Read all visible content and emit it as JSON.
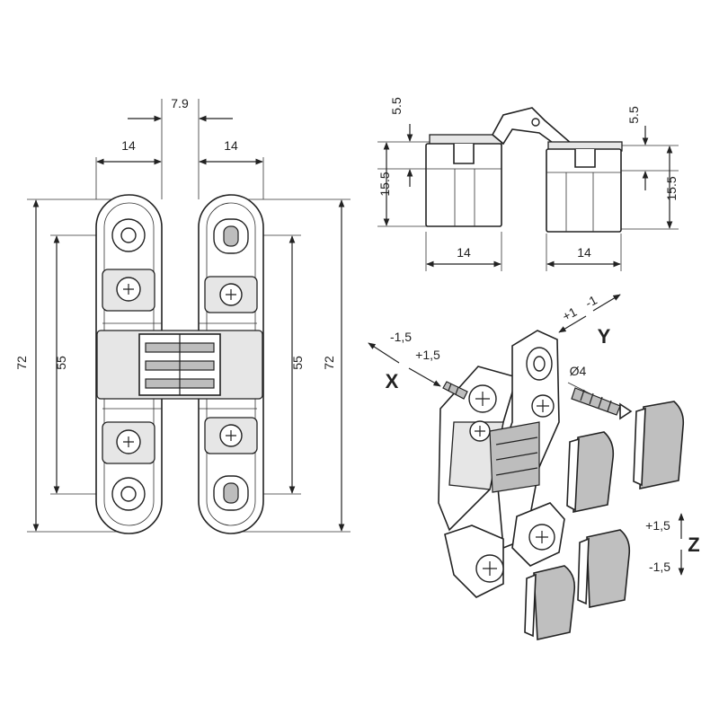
{
  "front_view": {
    "gap_width": "7.9",
    "leaf_width_left": "14",
    "leaf_width_right": "14",
    "height_left": "72",
    "height_right": "72",
    "hole_spacing_left": "55",
    "hole_spacing_right": "55"
  },
  "side_view": {
    "top_offset_left": "5.5",
    "top_offset_right": "5.5",
    "depth_left": "15.5",
    "depth_right": "15.5",
    "width_left": "14",
    "width_right": "14"
  },
  "adjustment_view": {
    "x_label": "X",
    "x_minus": "-1,5",
    "x_plus": "+1,5",
    "y_label": "Y",
    "y_plus": "+1",
    "y_minus": "-1",
    "z_label": "Z",
    "z_plus": "+1,5",
    "z_minus": "-1,5",
    "screw_diameter": "Ø4"
  }
}
